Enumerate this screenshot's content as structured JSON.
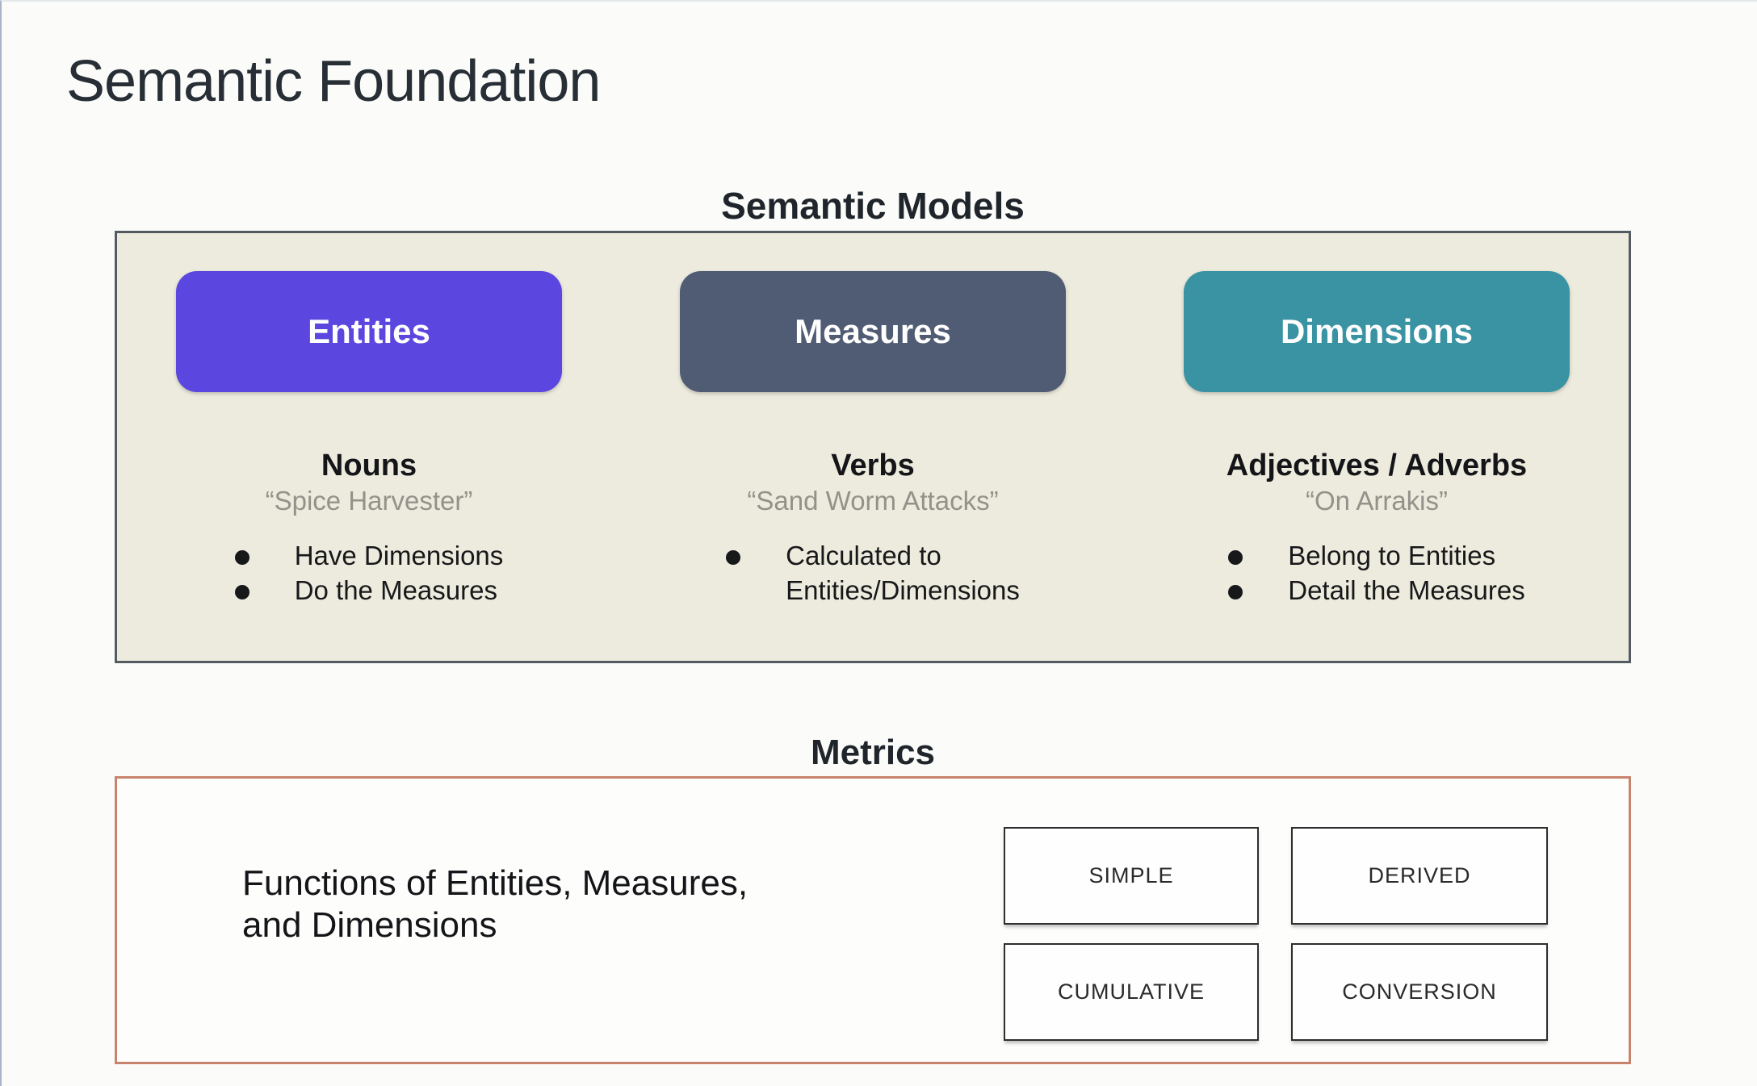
{
  "page": {
    "title": "Semantic Foundation"
  },
  "colors": {
    "entities_pill": "#5b47e0",
    "measures_pill": "#505c73",
    "dimensions_pill": "#3a93a3",
    "models_panel_bg": "#edebdd",
    "models_panel_border": "#545a61",
    "metrics_panel_border": "#c8836d",
    "quote_text": "#93928a"
  },
  "models": {
    "heading": "Semantic Models",
    "columns": [
      {
        "button": "Entities",
        "name": "Nouns",
        "quote": "“Spice Harvester”",
        "bullets": [
          "Have Dimensions",
          "Do the Measures"
        ]
      },
      {
        "button": "Measures",
        "name": "Verbs",
        "quote": "“Sand Worm Attacks”",
        "bullets": [
          "Calculated to\nEntities/Dimensions"
        ]
      },
      {
        "button": "Dimensions",
        "name": "Adjectives / Adverbs",
        "quote": "“On Arrakis”",
        "bullets": [
          "Belong to Entities",
          "Detail the Measures"
        ]
      }
    ]
  },
  "metrics": {
    "heading": "Metrics",
    "description": "Functions of Entities, Measures,\nand Dimensions",
    "types": [
      "SIMPLE",
      "DERIVED",
      "CUMULATIVE",
      "CONVERSION"
    ]
  }
}
